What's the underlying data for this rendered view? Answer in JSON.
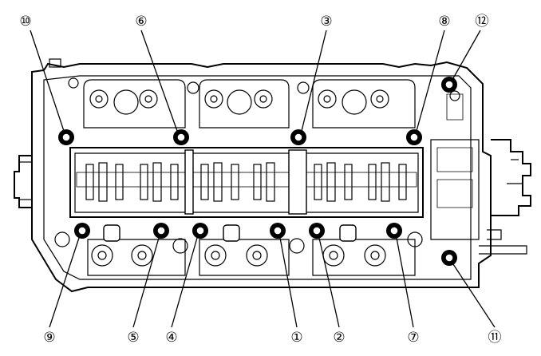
{
  "diagram": {
    "callouts": [
      {
        "id": "c10",
        "label": "⑩",
        "bolt": "10"
      },
      {
        "id": "c6",
        "label": "⑥",
        "bolt": "6"
      },
      {
        "id": "c3",
        "label": "③",
        "bolt": "3"
      },
      {
        "id": "c8",
        "label": "⑧",
        "bolt": "8"
      },
      {
        "id": "c12",
        "label": "⑫",
        "bolt": "12"
      },
      {
        "id": "c9",
        "label": "⑨",
        "bolt": "9"
      },
      {
        "id": "c5",
        "label": "⑤",
        "bolt": "5"
      },
      {
        "id": "c4",
        "label": "④",
        "bolt": "4"
      },
      {
        "id": "c1",
        "label": "①",
        "bolt": "1"
      },
      {
        "id": "c2",
        "label": "②",
        "bolt": "2"
      },
      {
        "id": "c7",
        "label": "⑦",
        "bolt": "7"
      },
      {
        "id": "c11",
        "label": "⑪",
        "bolt": "11"
      }
    ]
  }
}
